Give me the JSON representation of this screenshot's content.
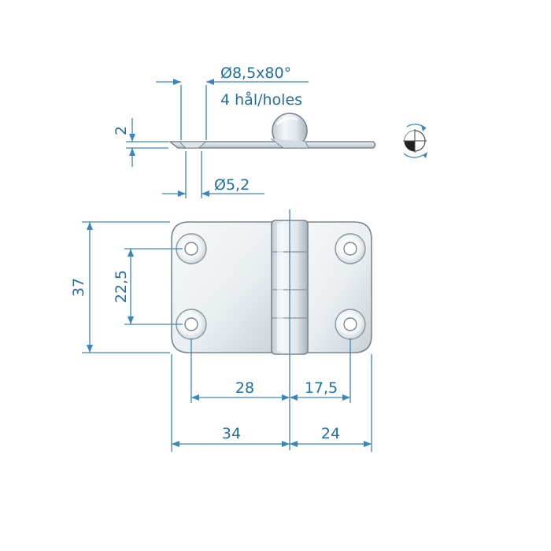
{
  "drawing": {
    "side_view": {
      "hole_spec_line1": "Ø8,5x80°",
      "hole_spec_line2": "4 hål/holes",
      "thickness": "2",
      "pin_diameter": "Ø5,2"
    },
    "front_view": {
      "height_overall": "37",
      "hole_spacing_vertical": "22,5",
      "hole_offset_left": "28",
      "hole_offset_right": "17,5",
      "width_left_leaf": "34",
      "width_right_leaf": "24"
    },
    "projection_symbol": "first-angle-projection-icon",
    "colors": {
      "dimension": "#3a86bd",
      "text": "#1f6ea6",
      "metal_light": "#f2f5f7",
      "metal_dark": "#aeb9c1",
      "outline": "#7b8790"
    }
  }
}
